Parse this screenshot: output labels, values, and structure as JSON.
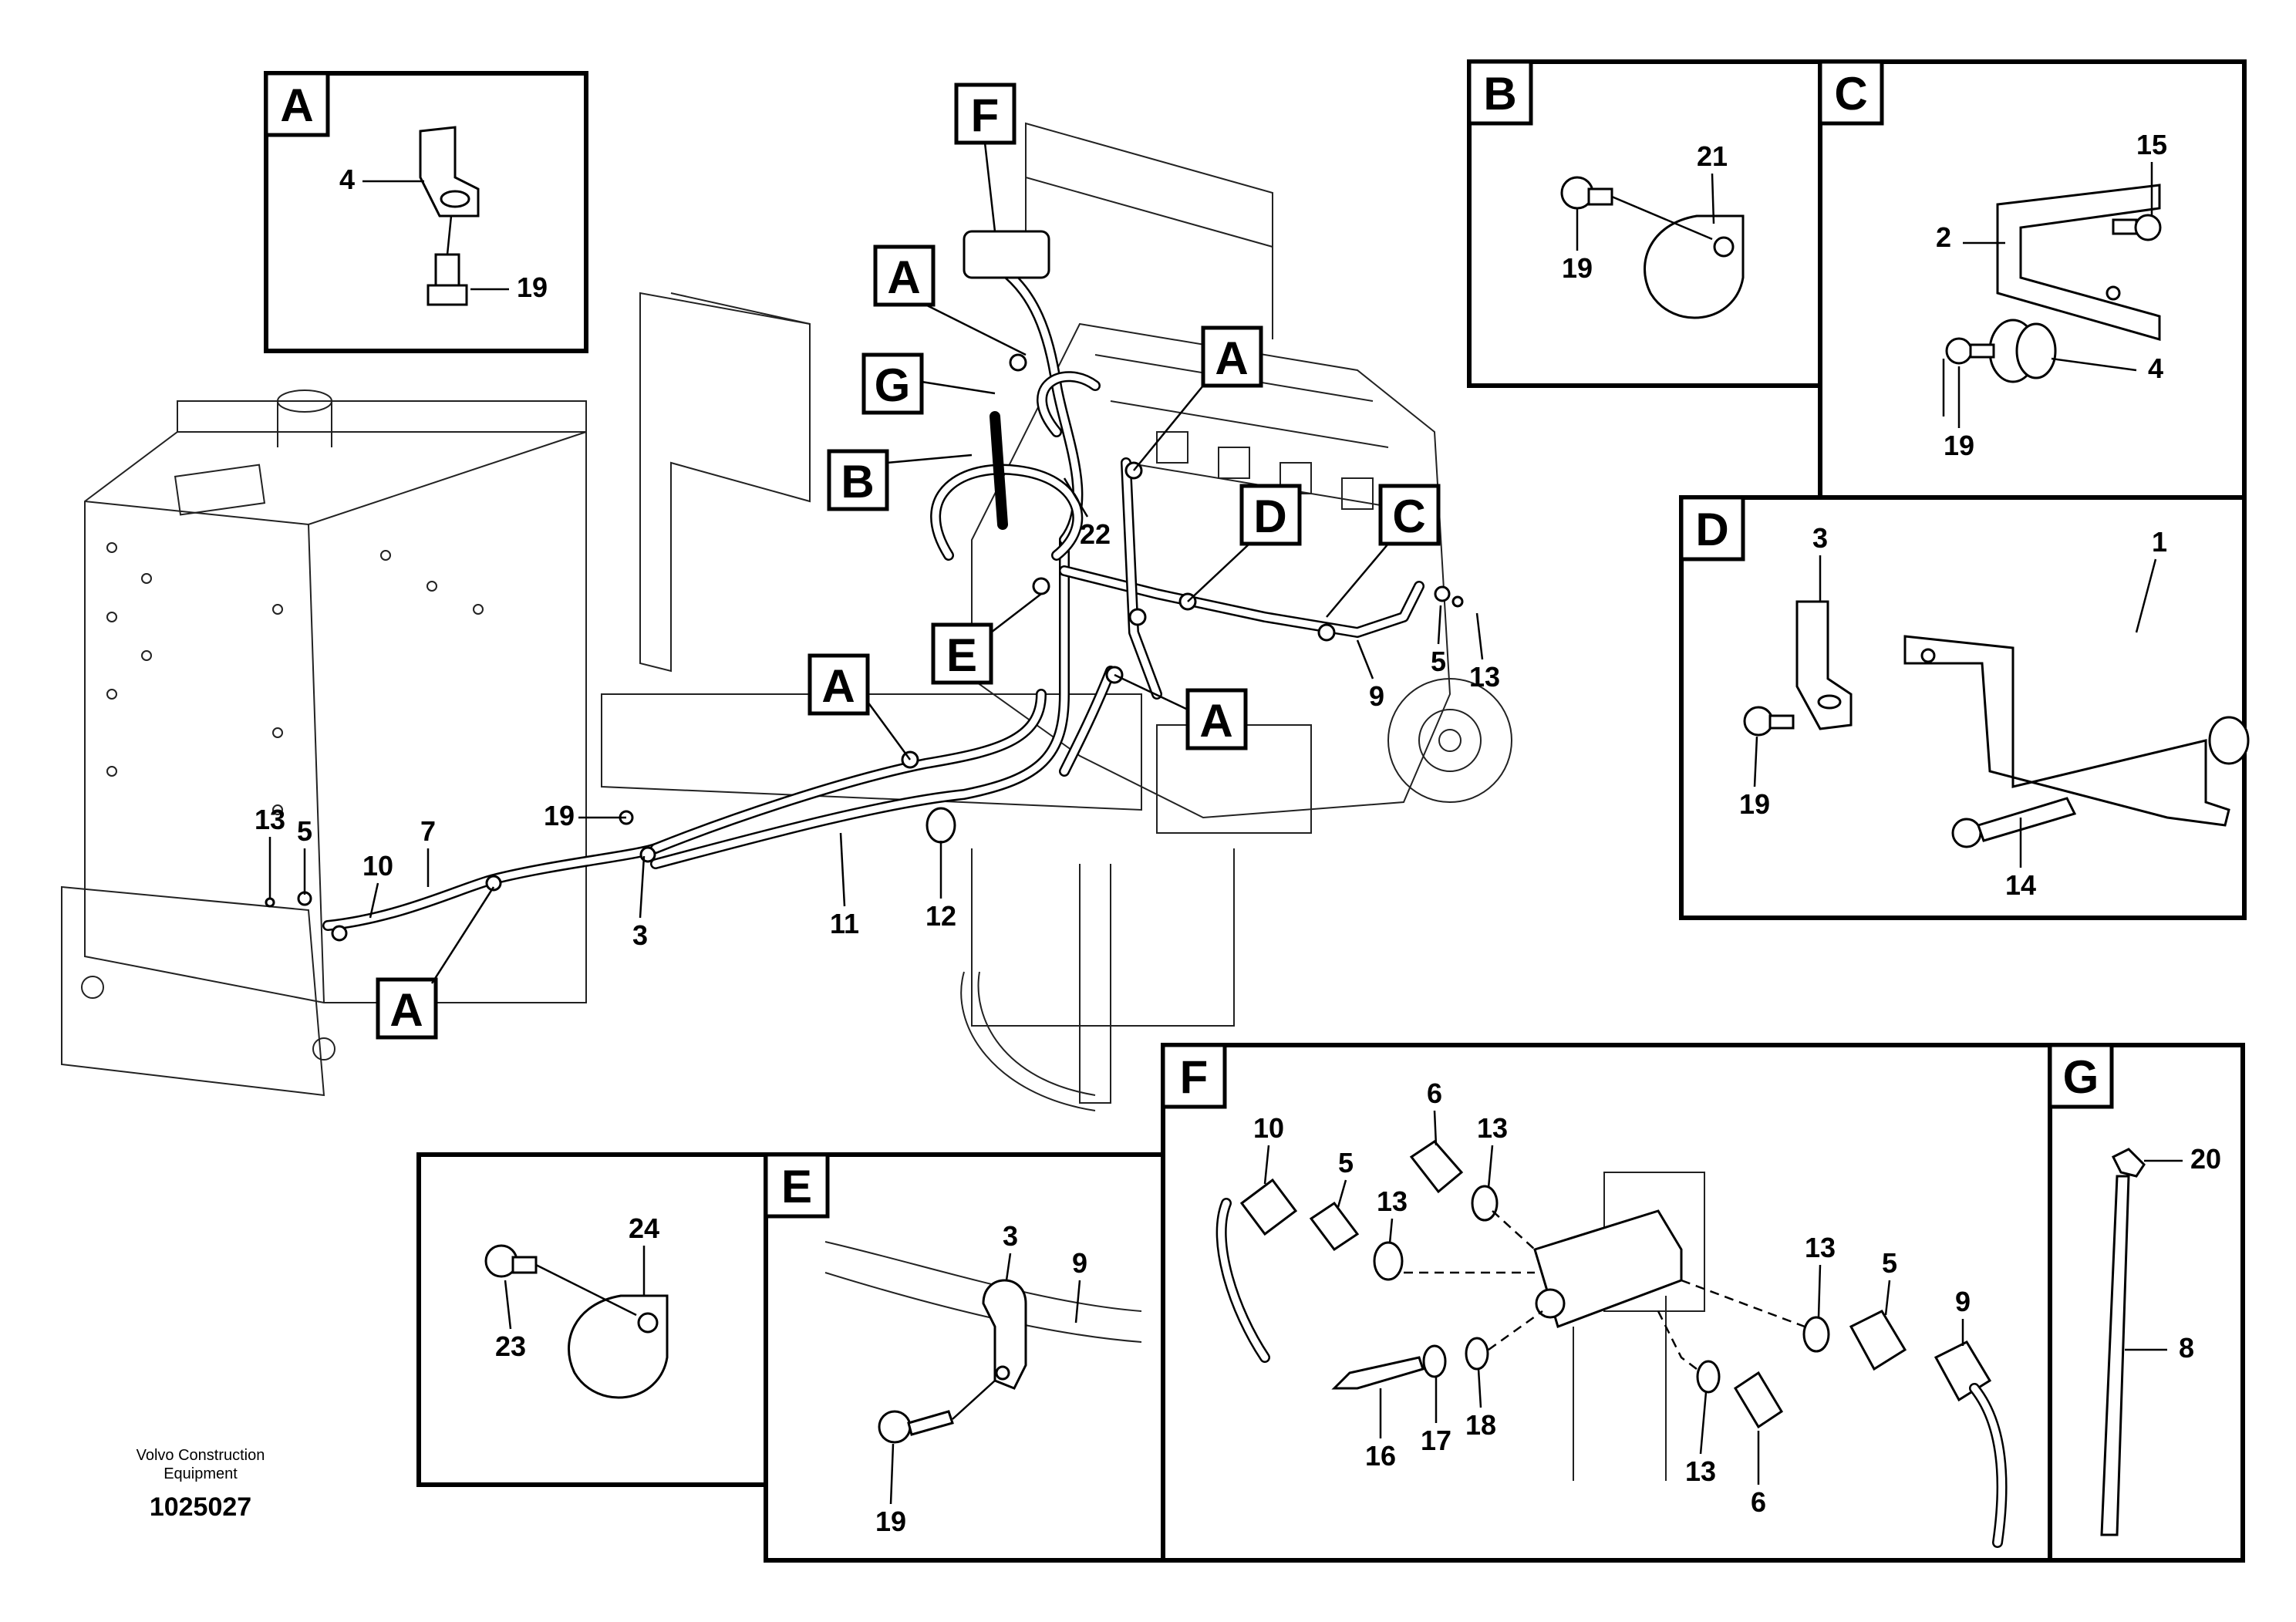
{
  "callouts": {
    "A": "A",
    "B": "B",
    "C": "C",
    "D": "D",
    "E": "E",
    "F": "F",
    "G": "G"
  },
  "parts": {
    "p1": "1",
    "p2": "2",
    "p3": "3",
    "p4": "4",
    "p5": "5",
    "p6": "6",
    "p7": "7",
    "p8": "8",
    "p9": "9",
    "p10": "10",
    "p11": "11",
    "p12": "12",
    "p13": "13",
    "p14": "14",
    "p15": "15",
    "p16": "16",
    "p17": "17",
    "p18": "18",
    "p19": "19",
    "p20": "20",
    "p21": "21",
    "p22": "22",
    "p23": "23",
    "p24": "24"
  },
  "footer": {
    "brand_line1": "Volvo Construction",
    "brand_line2": "Equipment",
    "drawing_number": "1025027"
  }
}
